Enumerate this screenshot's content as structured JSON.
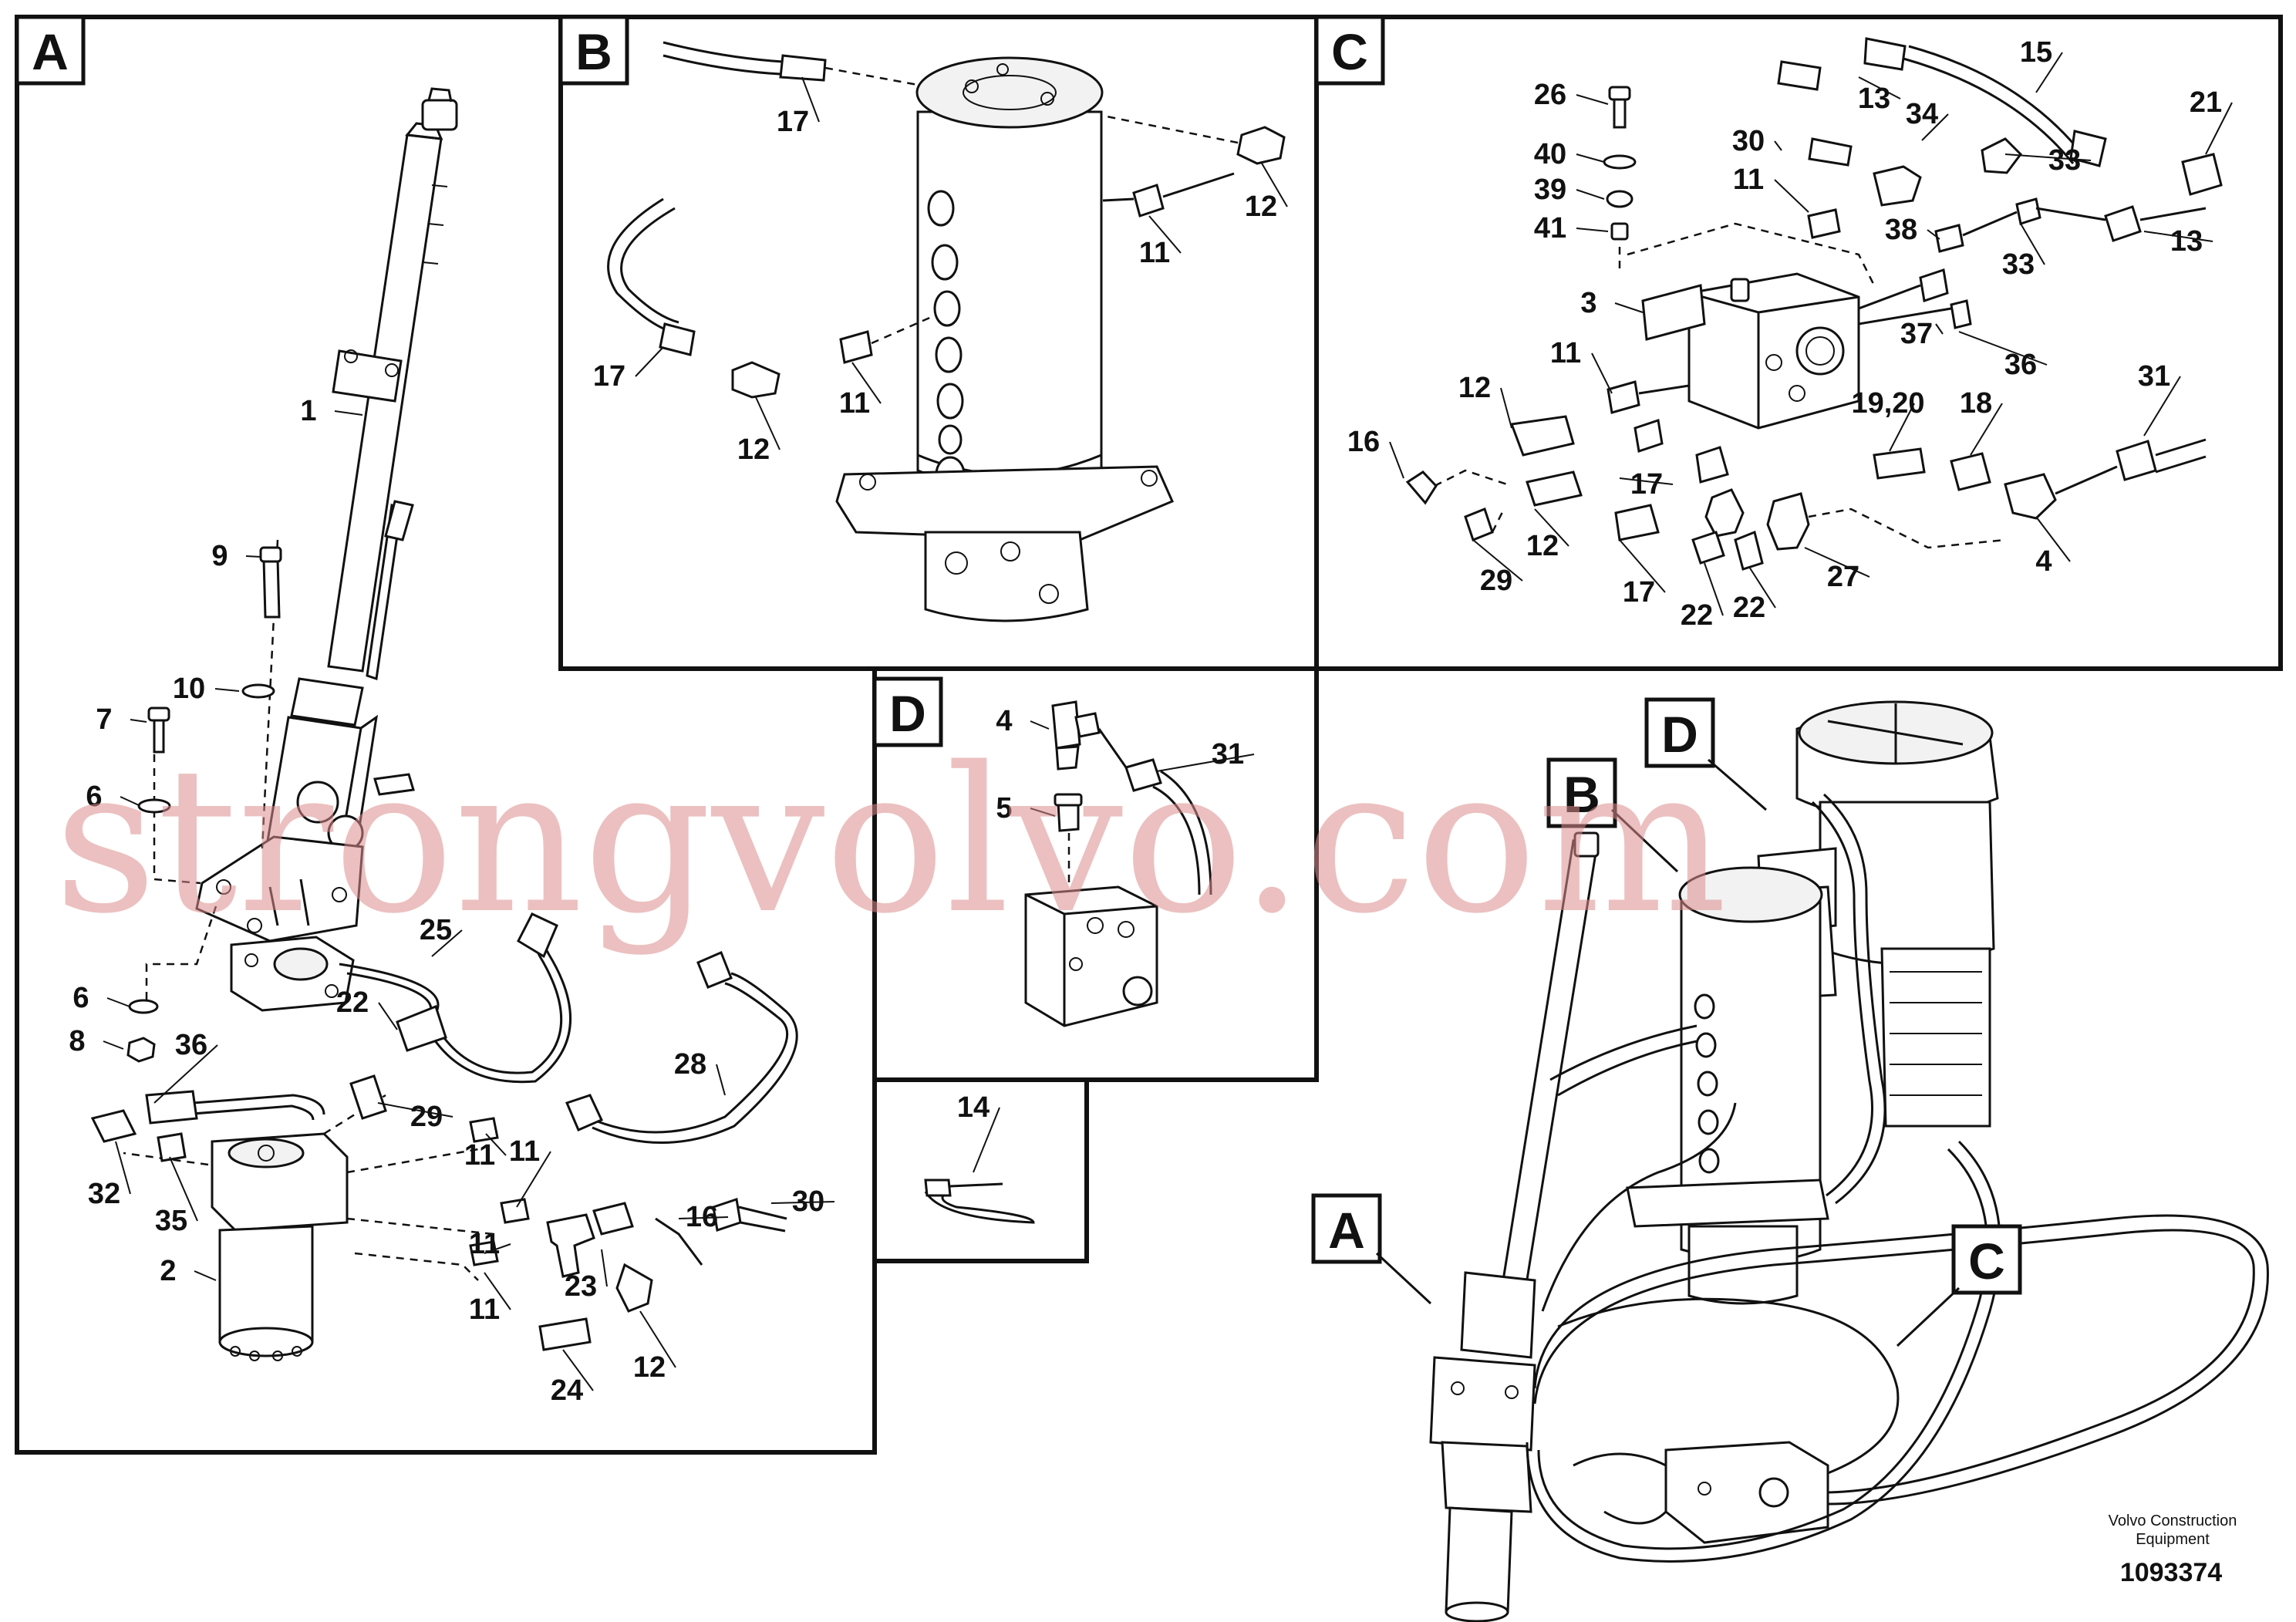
{
  "panels": {
    "A": {
      "tag": "A"
    },
    "B": {
      "tag": "B"
    },
    "C": {
      "tag": "C"
    },
    "D": {
      "tag": "D"
    }
  },
  "overview_tags": [
    "A",
    "B",
    "C",
    "D"
  ],
  "callouts": {
    "A": [
      "1",
      "9",
      "10",
      "7",
      "6",
      "6",
      "8",
      "25",
      "22",
      "36",
      "29",
      "28",
      "32",
      "35",
      "11",
      "11",
      "11",
      "16",
      "30",
      "2",
      "23",
      "11",
      "24",
      "12"
    ],
    "B": [
      "17",
      "12",
      "11",
      "17",
      "12",
      "11"
    ],
    "C": [
      "26",
      "40",
      "39",
      "41",
      "13",
      "15",
      "21",
      "30",
      "34",
      "33",
      "11",
      "38",
      "33",
      "13",
      "3",
      "37",
      "36",
      "11",
      "12",
      "16",
      "17",
      "29",
      "12",
      "17",
      "22",
      "22",
      "27",
      "19,20",
      "18",
      "31",
      "4"
    ],
    "D": [
      "4",
      "31",
      "5"
    ],
    "E": [
      "14"
    ]
  },
  "watermark": "strongvolvo.com",
  "footer": {
    "company_line1": "Volvo Construction",
    "company_line2": "Equipment",
    "figure_number": "1093374"
  }
}
